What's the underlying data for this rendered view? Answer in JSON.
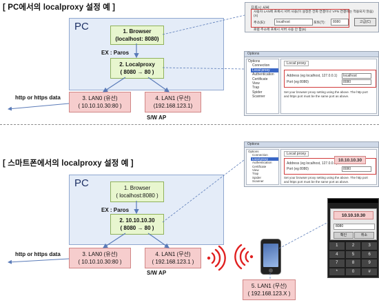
{
  "section1": {
    "title": "[ PC에서의 localproxy 설정 예 ]",
    "pc_label": "PC",
    "browser": [
      "1. Browser",
      "(localhost: 8080)"
    ],
    "ex_label": "EX : Paros",
    "localproxy": [
      "2. Localproxy",
      "( 8080 → 80 )"
    ],
    "http_label": "http or https data",
    "lan0": [
      "3. LAN0 (유선)",
      "( 10.10.10.30:80 )"
    ],
    "lan1": [
      "4. LAN1 (무선)",
      "(192.168.123.1)"
    ],
    "ap_label": "S/W AP"
  },
  "section2": {
    "title": "[ 스마트폰에서의 localproxy 설정 예 ]",
    "pc_label": "PC",
    "browser": [
      "1. Browser",
      "( localhost:8080 )"
    ],
    "ex_label": "EX : Paros",
    "localproxy": [
      "2. 10.10.10.30",
      "( 8080 → 80 )"
    ],
    "http_label": "http or https data",
    "lan0": [
      "3. LAN0 (유선)",
      "( 10.10.10.30:80 )"
    ],
    "lan1": [
      "4. LAN1 (무선)",
      "( 192.168.123.1 )"
    ],
    "ap_label": "S/W AP",
    "phone_lan": [
      "5. LAN1 (무선)",
      "( 192.168.123.X )"
    ]
  },
  "ie_dialog": {
    "group": "프록시 서버",
    "checkbox1": "사용자 LAN에 프록시 서버 사용(이 설정은 전화 연결이나 VPN 연결에는 적용되지 않음)(X)",
    "address_label": "주소(E):",
    "address_value": "localhost",
    "port_label": "포트(T):",
    "port_value": "8080",
    "advanced_button": "고급(C)",
    "checkbox2": "로컬 주소에 프록시 서버 사용 안 함(B)"
  },
  "options1": {
    "title": "Options",
    "tree": [
      "Options",
      "Connection",
      "Local proxy",
      "Authentication",
      "Certificate",
      "View",
      "Trap",
      "Spider",
      "Scanner"
    ],
    "selected": "Local proxy",
    "header": "Local proxy",
    "addr_label": "Address (eg localhost, 127.0.0.1)",
    "addr_value": "localhost",
    "port_label": "Port (eg 8080)",
    "port_value": "8080",
    "note": "Set your browser proxy setting using the above. The http port and https port must be the same port as above."
  },
  "options2": {
    "title": "Options",
    "tree": [
      "Options",
      "Connection",
      "Local proxy",
      "Authentication",
      "Certificate",
      "View",
      "Trap",
      "Spider",
      "Scanner"
    ],
    "selected": "Local proxy",
    "header": "Local proxy",
    "addr_label": "Address (eg localhost, 127.0.0.1)",
    "addr_value": "10.10.10.30",
    "port_label": "Port (eg 8080)",
    "port_value": "8080",
    "note": "Set your browser proxy setting using the above. The http port and https port must be the same port as above."
  },
  "phone_shot": {
    "proxy_value": "10.10.10.30",
    "port_value": "8080",
    "ok_button": "확인",
    "cancel_button": "취소",
    "keys": [
      "1",
      "2",
      "3",
      "4",
      "5",
      "6",
      "7",
      "8",
      "9",
      "*",
      "0",
      "#"
    ]
  },
  "colors": {
    "pc_area": "#e4ecf8",
    "green_box": "#e8f6cf",
    "red_box": "#f6cdcd",
    "arrow": "#5a7bb8",
    "signal": "#e02020"
  }
}
